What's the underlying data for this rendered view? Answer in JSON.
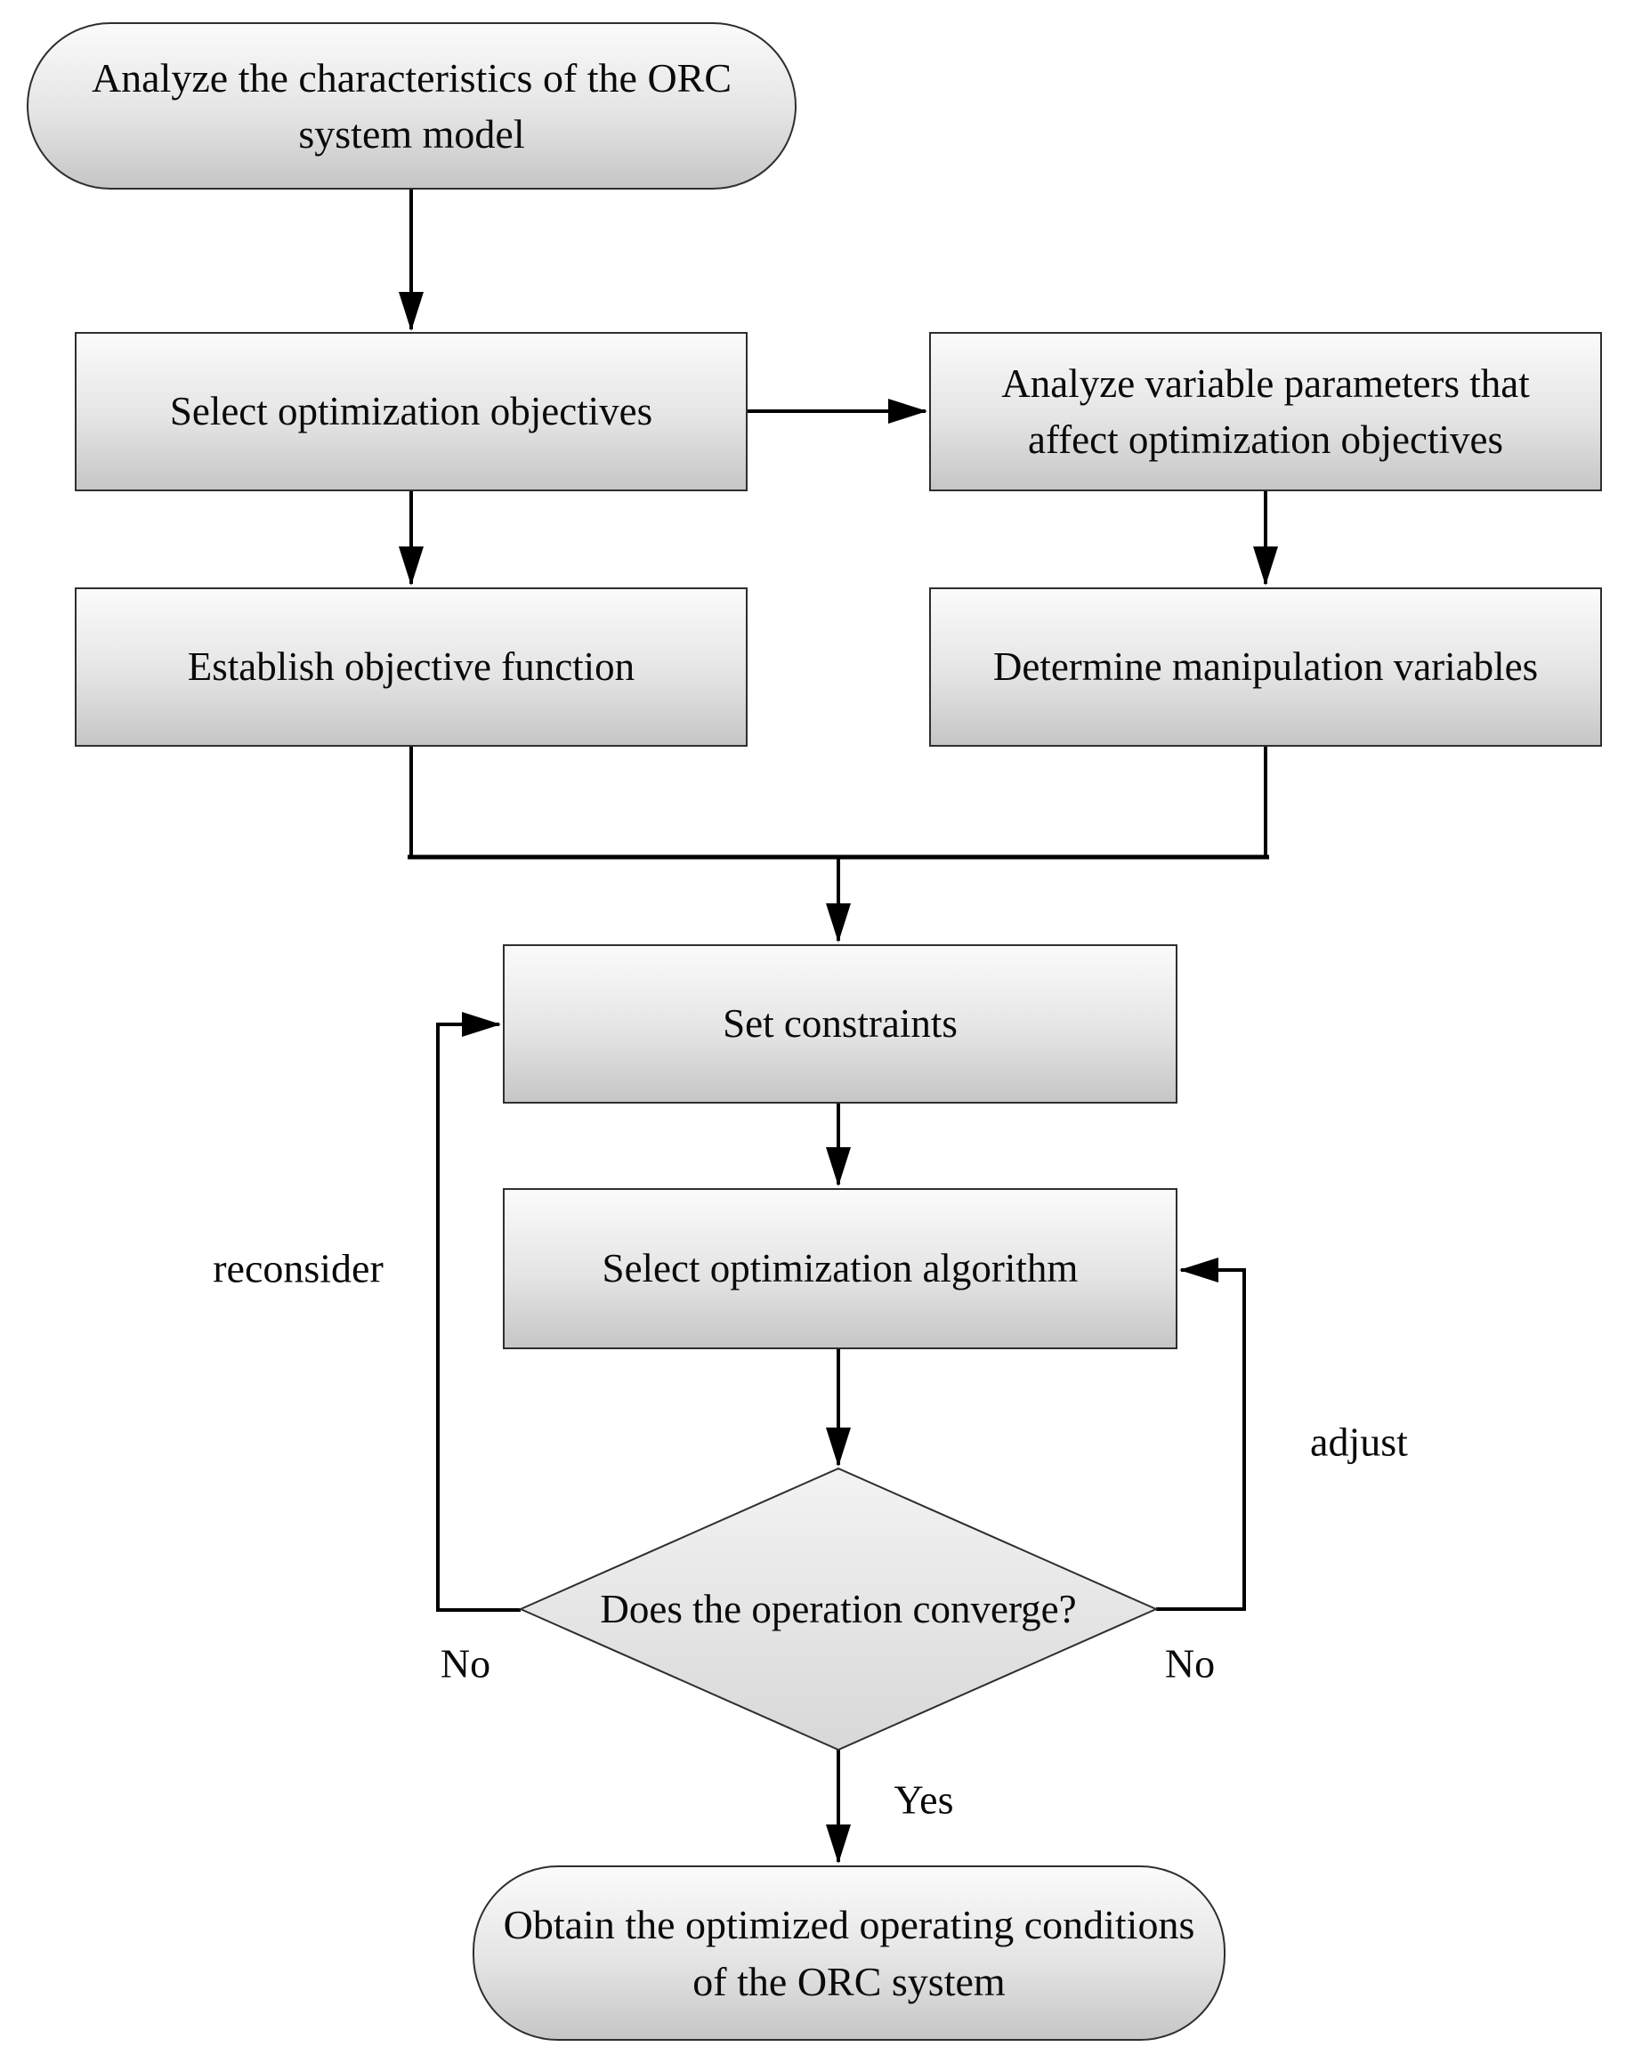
{
  "nodes": {
    "analyze_model": {
      "label": "Analyze the characteristics of the ORC system model"
    },
    "select_objectives": {
      "label": "Select optimization objectives"
    },
    "analyze_variables": {
      "label": "Analyze variable parameters that affect optimization objectives"
    },
    "establish_objective": {
      "label": "Establish objective function"
    },
    "determine_variables": {
      "label": "Determine manipulation variables"
    },
    "set_constraints": {
      "label": "Set constraints"
    },
    "select_algorithm": {
      "label": "Select optimization algorithm"
    },
    "converge_decision": {
      "label": "Does the operation converge?"
    },
    "obtain_conditions": {
      "label": "Obtain the optimized operating conditions of the ORC system"
    }
  },
  "edge_labels": {
    "reconsider": "reconsider",
    "adjust": "adjust",
    "no_left": "No",
    "no_right": "No",
    "yes": "Yes"
  },
  "colors": {
    "background": "#ffffff",
    "line": "#000000",
    "node_border": "#2e2e2e",
    "node_fill_top": "#fbfbfb",
    "node_fill_bottom": "#c6c6c6",
    "diamond_fill_top": "#f3f3f3",
    "diamond_fill_bottom": "#d8d8d8",
    "text": "#0a0a0a"
  }
}
